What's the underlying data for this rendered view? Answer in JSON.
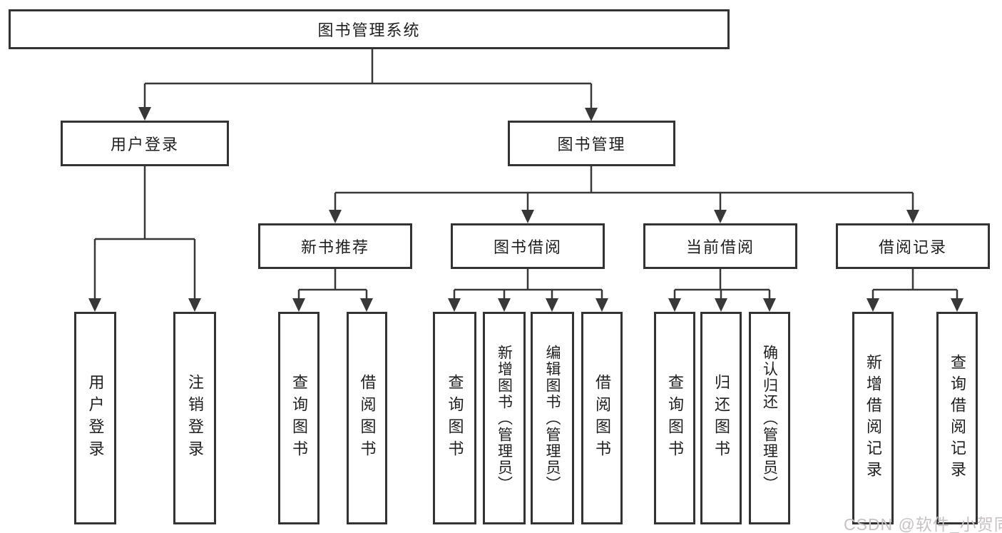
{
  "diagram": {
    "type": "tree",
    "root": {
      "label": "图书管理系统"
    },
    "branches": [
      {
        "label": "用户登录",
        "children": [
          {
            "label": "用户登录"
          },
          {
            "label": "注销登录"
          }
        ]
      },
      {
        "label": "图书管理",
        "children": [
          {
            "label": "新书推荐",
            "children": [
              {
                "label": "查询图书"
              },
              {
                "label": "借阅图书"
              }
            ]
          },
          {
            "label": "图书借阅",
            "children": [
              {
                "label": "查询图书"
              },
              {
                "label": "新增图书（管理员）"
              },
              {
                "label": "编辑图书（管理员）"
              },
              {
                "label": "借阅图书"
              }
            ]
          },
          {
            "label": "当前借阅",
            "children": [
              {
                "label": "查询图书"
              },
              {
                "label": "归还图书"
              },
              {
                "label": "确认归还（管理员）"
              }
            ]
          },
          {
            "label": "借阅记录",
            "children": [
              {
                "label": "新增借阅记录"
              },
              {
                "label": "查询借阅记录"
              }
            ]
          }
        ]
      }
    ],
    "colors": {
      "line": "#383838",
      "box_border": "#333333",
      "text": "#1f1f1f",
      "background": "#ffffff"
    }
  },
  "watermark": {
    "text": "CSDN @软件_小贺同学",
    "color": "#c8c2c4"
  }
}
